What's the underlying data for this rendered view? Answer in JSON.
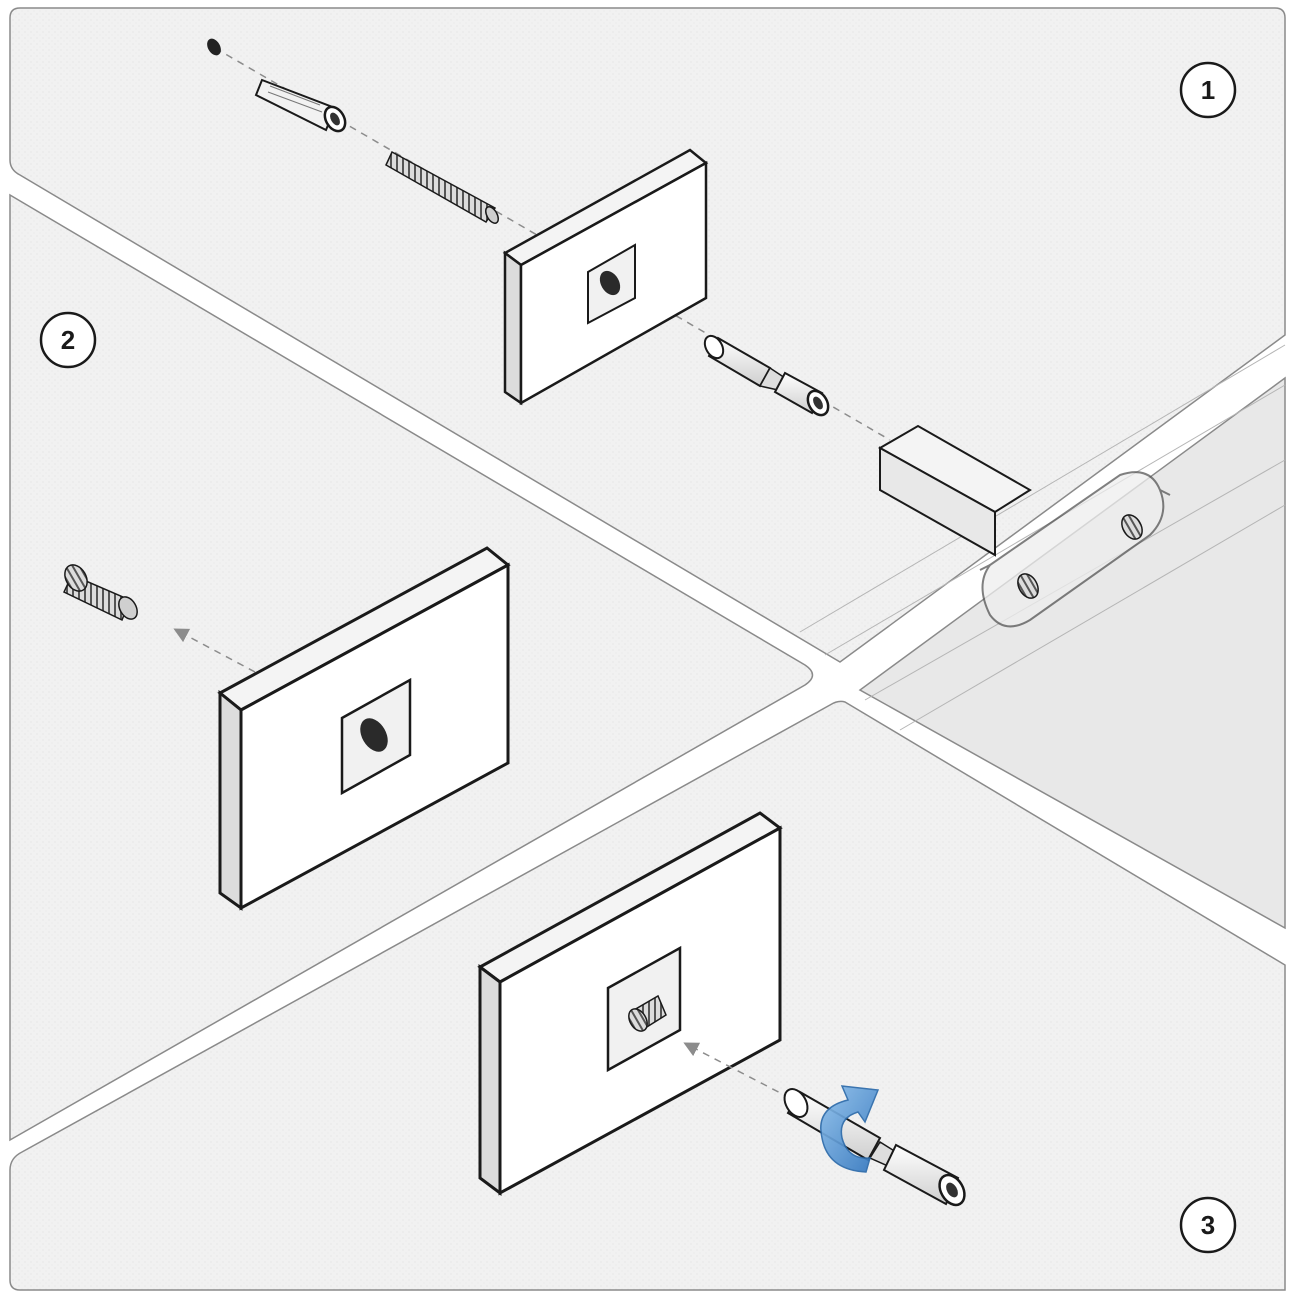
{
  "steps": [
    {
      "number": "1"
    },
    {
      "number": "2"
    },
    {
      "number": "3"
    }
  ],
  "colors": {
    "panel_fill": "#efefef",
    "panel_stroke": "#8a8a8a",
    "outline": "#1a1a1a",
    "face_white": "#ffffff",
    "face_grey": "#e6e6e6",
    "dash": "#8c8c8c",
    "rotation_arrow": "#4d8fcb"
  },
  "icons": {
    "step_badge": "circled-number",
    "rotation": "curved-arrow-icon",
    "direction": "dashed-arrow-icon"
  }
}
